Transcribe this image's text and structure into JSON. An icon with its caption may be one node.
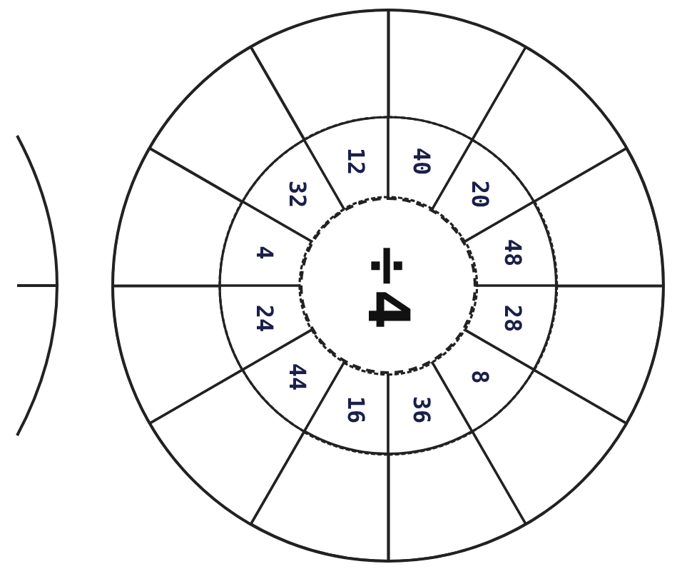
{
  "diagram": {
    "nodes": [
      {
        "text": [
          "÷4"
        ]
      },
      {
        "text": [
          "12"
        ]
      },
      {
        "text": [
          "40"
        ]
      },
      {
        "text": [
          "20"
        ]
      },
      {
        "text": [
          "48"
        ]
      },
      {
        "text": [
          "28"
        ]
      },
      {
        "text": [
          "8"
        ]
      },
      {
        "text": [
          "36"
        ]
      },
      {
        "text": [
          "16"
        ]
      },
      {
        "text": [
          "44"
        ]
      },
      {
        "text": [
          "24"
        ]
      },
      {
        "text": [
          "4"
        ]
      },
      {
        "text": [
          "32"
        ]
      },
      {
        "text": [],
        "shape": "box"
      },
      {
        "text": [],
        "shape": "box"
      },
      {
        "text": [],
        "shape": "box"
      },
      {
        "text": [],
        "shape": "box"
      },
      {
        "text": [],
        "shape": "box"
      },
      {
        "text": [],
        "shape": "box"
      },
      {
        "text": [],
        "shape": "box"
      },
      {
        "text": [],
        "shape": "box"
      },
      {
        "text": [],
        "shape": "box"
      },
      {
        "text": [],
        "shape": "box"
      },
      {
        "text": [],
        "shape": "box"
      },
      {
        "text": [],
        "shape": "box"
      }
    ]
  }
}
